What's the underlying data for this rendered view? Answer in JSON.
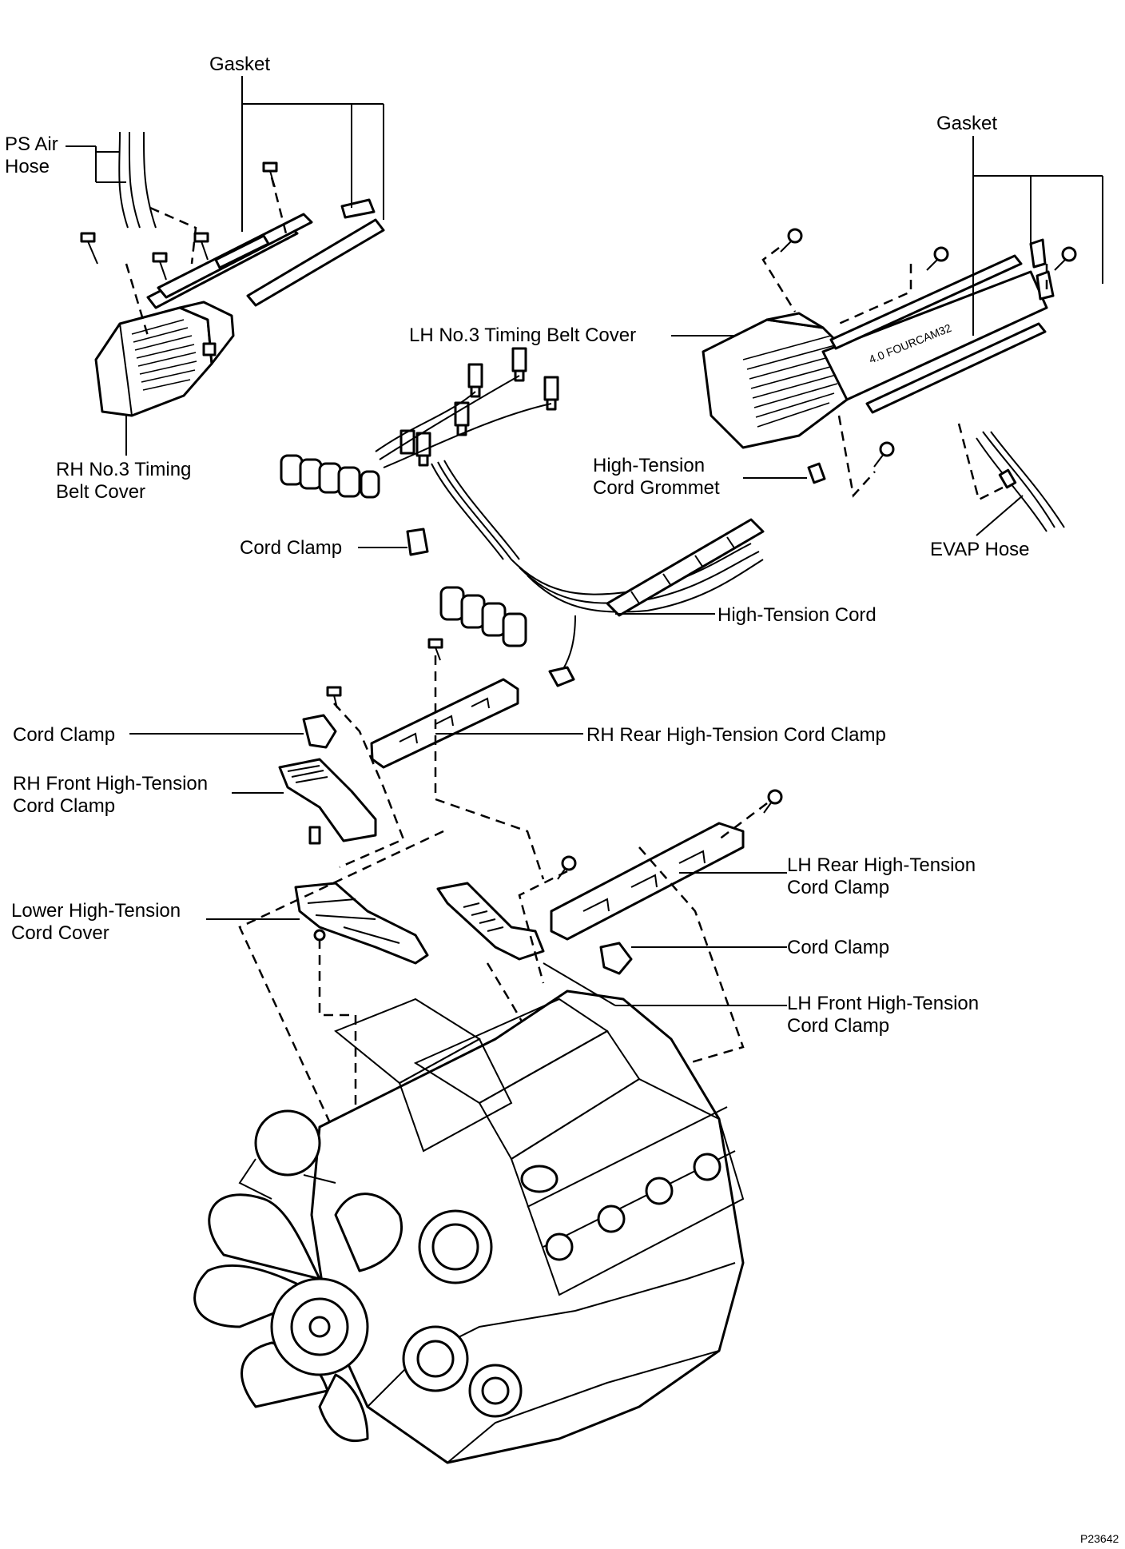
{
  "labels": {
    "gasket_rh": "Gasket",
    "gasket_lh": "Gasket",
    "ps_air_hose_1": "PS Air",
    "ps_air_hose_2": "Hose",
    "lh_no3_cover": "LH No.3 Timing Belt Cover",
    "rh_no3_cover_1": "RH No.3 Timing",
    "rh_no3_cover_2": "Belt Cover",
    "ht_cord_grommet_1": "High-Tension",
    "ht_cord_grommet_2": "Cord Grommet",
    "evap_hose": "EVAP Hose",
    "cord_clamp_upper": "Cord Clamp",
    "ht_cord": "High-Tension Cord",
    "cord_clamp_left": "Cord Clamp",
    "rh_rear_ht_clamp": "RH Rear High-Tension Cord Clamp",
    "rh_front_ht_clamp_1": "RH Front High-Tension",
    "rh_front_ht_clamp_2": "Cord Clamp",
    "lh_rear_ht_clamp_1": "LH Rear High-Tension",
    "lh_rear_ht_clamp_2": "Cord Clamp",
    "lower_ht_cover_1": "Lower High-Tension",
    "lower_ht_cover_2": "Cord Cover",
    "cord_clamp_right": "Cord Clamp",
    "lh_front_ht_clamp_1": "LH Front High-Tension",
    "lh_front_ht_clamp_2": "Cord Clamp",
    "cover_emboss": "4.0 FOURCAM32",
    "figure_id": "P23642"
  }
}
